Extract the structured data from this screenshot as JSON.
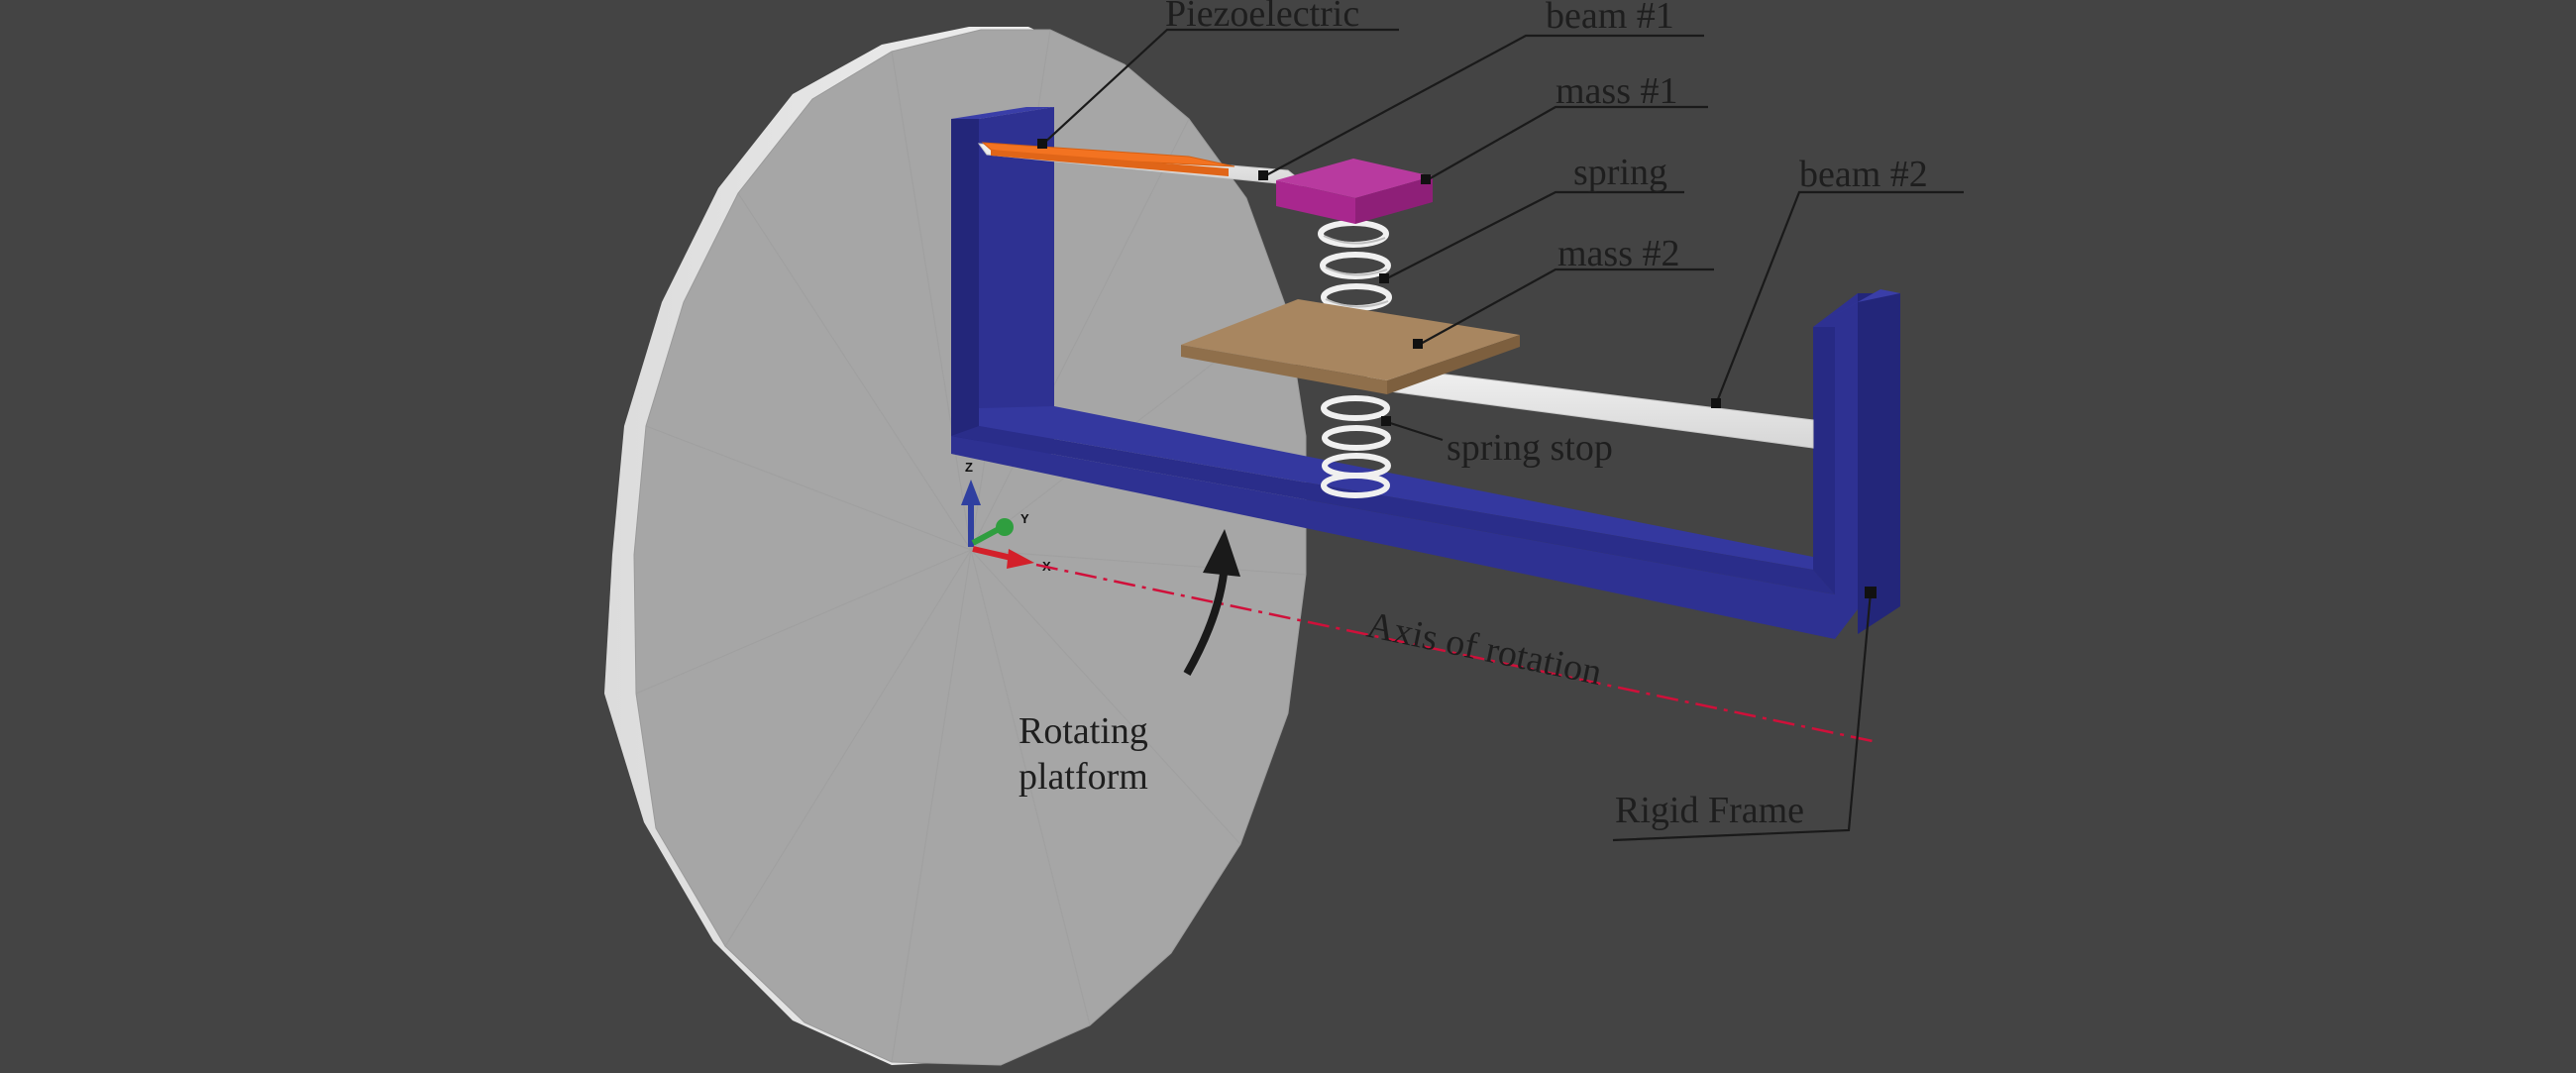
{
  "figure": {
    "labels": {
      "piezoelectric": "Piezoelectric",
      "beam1": "beam #1",
      "mass1": "mass #1",
      "spring": "spring",
      "beam2": "beam #2",
      "mass2": "mass #2",
      "spring_stop": "spring stop",
      "axis_of_rotation": "Axis of rotation",
      "rotating_platform_line1": "Rotating",
      "rotating_platform_line2": "platform",
      "rigid_frame": "Rigid Frame"
    },
    "triad": {
      "z": "Z",
      "y": "Y",
      "x": "X"
    },
    "colors": {
      "background": "#444444",
      "platform_face": "#a6a6a6",
      "platform_rim": "#e8e8e8",
      "frame": "#2e3192",
      "frame_dark": "#23267a",
      "piezoelectric": "#f37321",
      "mass1": "#a8278e",
      "mass2": "#a88660",
      "beam": "#e6e6e6",
      "spring": "#f2f2f2",
      "axis_line": "#d0103a",
      "x_axis": "#d3202a",
      "y_axis": "#2f9e3f",
      "z_axis": "#3040a0"
    }
  }
}
